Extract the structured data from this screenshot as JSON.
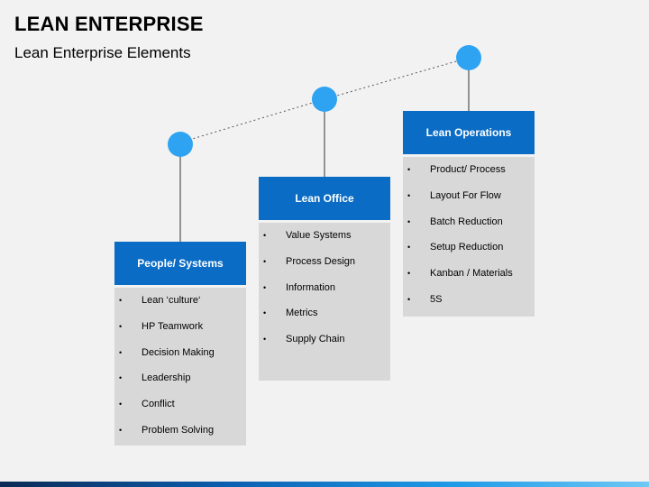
{
  "header": {
    "title": "LEAN ENTERPRISE",
    "subtitle": "Lean Enterprise Elements"
  },
  "columns": [
    {
      "title": "People/ Systems",
      "items": [
        "Lean ‘culture‘",
        "HP Teamwork",
        "Decision Making",
        "Leadership",
        "Conflict",
        "Problem Solving"
      ]
    },
    {
      "title": "Lean Office",
      "items": [
        "Value Systems",
        "Process Design",
        "Information",
        "Metrics",
        "Supply Chain"
      ]
    },
    {
      "title": "Lean Operations",
      "items": [
        "Product/ Process",
        "Layout For Flow",
        "Batch Reduction",
        "Setup Reduction",
        "Kanban / Materials",
        "5S"
      ]
    }
  ],
  "colors": {
    "header_blue": "#0a6cc4",
    "node_blue": "#2ea3f2",
    "body_gray": "#d8d8d8"
  }
}
